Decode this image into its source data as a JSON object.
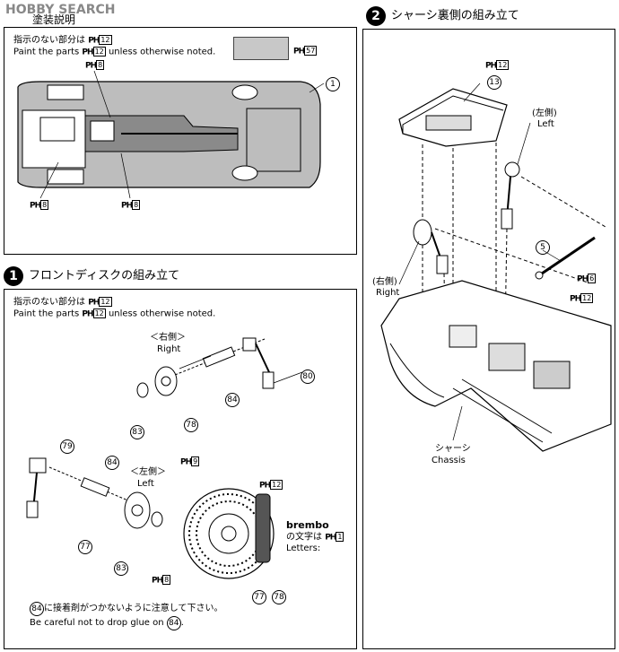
{
  "watermark": {
    "text": "HOBBY SEARCH"
  },
  "partial_header": {
    "text": "塗装説明"
  },
  "top_panel": {
    "line1": "指示のない部分は",
    "line1_code": "12",
    "line2_a": "Paint the parts",
    "line2_code": "12",
    "line2_b": "unless otherwise noted.",
    "swatch_code": "57",
    "label_ph8_top": "8",
    "label_ph8_left": "8",
    "label_ph8_mid": "8",
    "part_num": "1"
  },
  "step1": {
    "num": "1",
    "title": "フロントディスクの組み立て",
    "line1": "指示のない部分は",
    "line1_code": "12",
    "line2_a": "Paint the parts",
    "line2_code": "12",
    "line2_b": "unless otherwise noted.",
    "right_jp": "＜右側＞",
    "right_en": "Right",
    "left_jp": "＜左側＞",
    "left_en": "Left",
    "parts": [
      "80",
      "84",
      "83",
      "78",
      "79",
      "84",
      "77",
      "83",
      "77",
      "78"
    ],
    "ph9": "9",
    "ph12": "12",
    "ph8": "8",
    "brembo": "brembo",
    "letters_jp": "の文字は",
    "letters_code": "1",
    "letters_en": "Letters:",
    "note_jp_num": "84",
    "note_jp": "に接着剤がつかないように注意して下さい。",
    "note_en": "Be careful not to drop glue on",
    "note_en_num": "84",
    "note_en_end": "."
  },
  "step2": {
    "num": "2",
    "title": "シャーシ裏側の組み立て",
    "ph12_top": "12",
    "part13": "13",
    "left_jp": "(左側)",
    "left_en": "Left",
    "right_jp": "(右側)",
    "right_en": "Right",
    "part5": "5",
    "ph6": "6",
    "ph12": "12",
    "chassis_jp": "シャーシ",
    "chassis_en": "Chassis"
  }
}
